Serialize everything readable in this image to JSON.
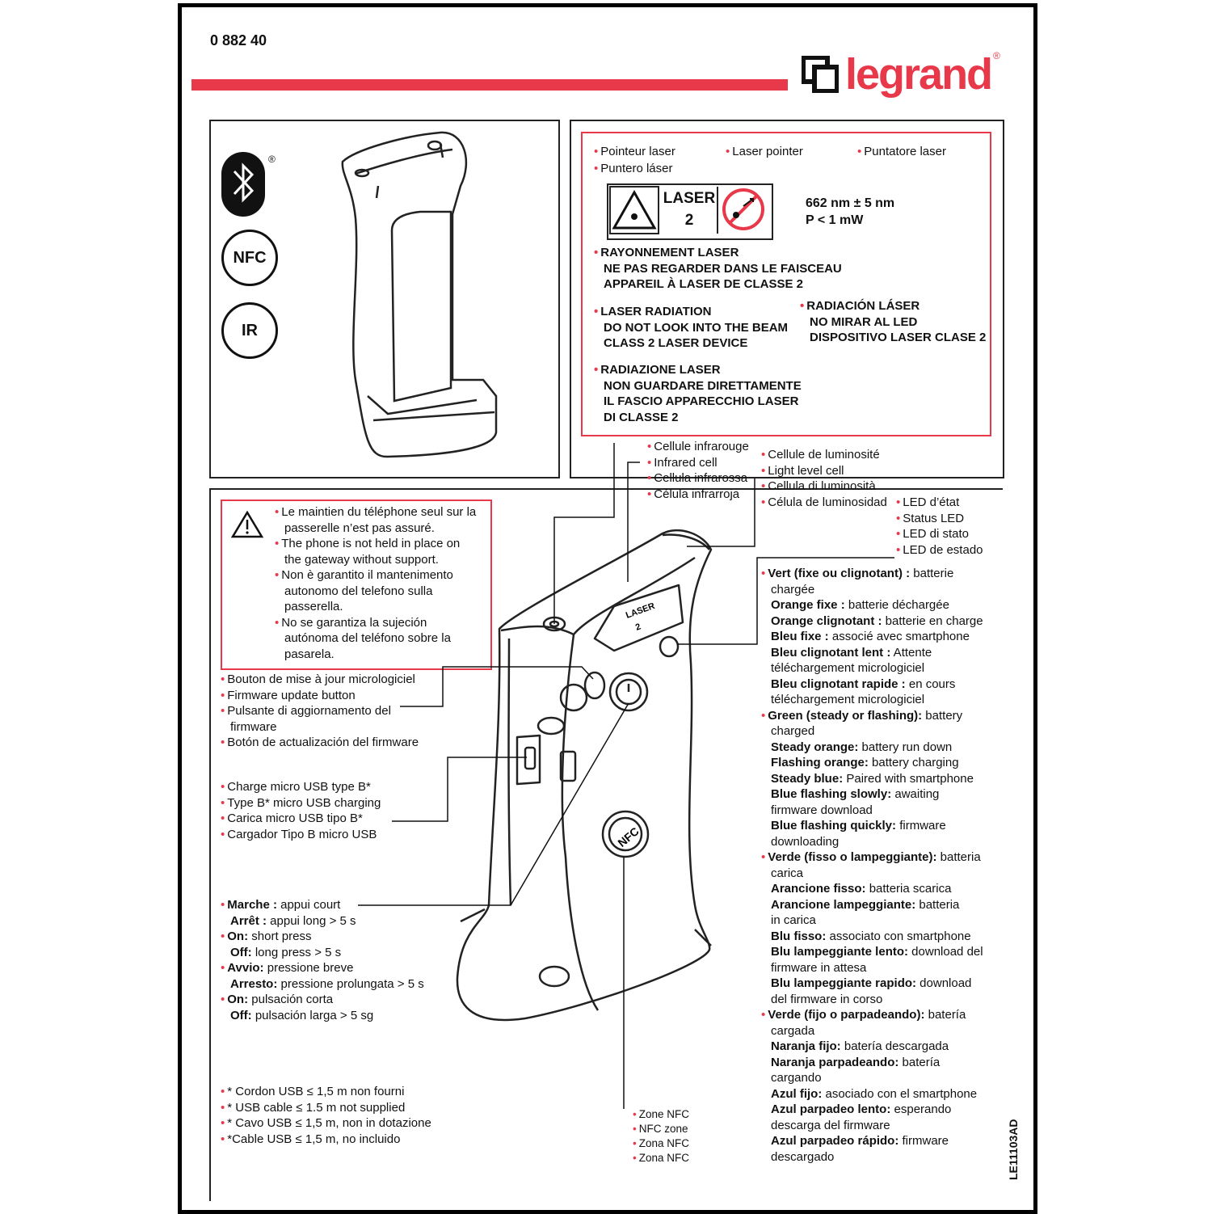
{
  "header": {
    "product_code": "0 882 40",
    "brand": "legrand",
    "reg": "®",
    "doc_ref": "LE11103AD"
  },
  "icons": {
    "bluetooth": "bluetooth-icon",
    "nfc_label": "NFC",
    "ir_label": "IR",
    "reg": "®"
  },
  "laser_box": {
    "titles": [
      "Pointeur laser",
      "Laser pointer",
      "Puntatore laser",
      "Puntero láser"
    ],
    "class_label": "LASER",
    "class_num": "2",
    "spec1": "662 nm ± 5 nm",
    "spec2": "P < 1 mW",
    "warn_fr": [
      "RAYONNEMENT LASER",
      "NE PAS REGARDER DANS LE FAISCEAU",
      "APPAREIL À LASER DE CLASSE 2"
    ],
    "warn_en": [
      "LASER RADIATION",
      "DO NOT LOOK INTO THE BEAM",
      "CLASS 2 LASER DEVICE"
    ],
    "warn_es": [
      "RADIACIÓN LÁSER",
      "NO MIRAR AL LED",
      "DISPOSITIVO LASER CLASE 2"
    ],
    "warn_it": [
      "RADIAZIONE LASER",
      "NON GUARDARE DIRETTAMENTE",
      "IL FASCIO APPARECCHIO LASER",
      "DI CLASSE 2"
    ]
  },
  "phone_warning": [
    [
      "Le maintien du téléphone seul sur la",
      "passerelle n’est pas assuré."
    ],
    [
      "The phone is not held in place on",
      "the gateway without support."
    ],
    [
      "Non è garantito il mantenimento",
      "autonomo del telefono sulla",
      "passerella."
    ],
    [
      "No se garantiza la sujeción",
      "autónoma del teléfono sobre la",
      "pasarela."
    ]
  ],
  "infrared": [
    "Cellule infrarouge",
    "Infrared cell",
    "Cellula infrarossa",
    "Célula infrarroja"
  ],
  "light_cell": [
    "Cellule de luminosité",
    "Light level cell",
    "Cellula di luminosità",
    "Célula de luminosidad"
  ],
  "status_led": [
    "LED d’état",
    "Status LED",
    "LED di stato",
    "LED de estado"
  ],
  "firmware": [
    [
      "Bouton de mise à jour micrologiciel"
    ],
    [
      "Firmware update button"
    ],
    [
      "Pulsante di aggiornamento del",
      "firmware"
    ],
    [
      "Botón de actualización del firmware"
    ]
  ],
  "usb": [
    "Charge micro USB type B*",
    "Type B* micro USB charging",
    "Carica micro USB tipo B*",
    "Cargador Tipo B micro USB"
  ],
  "power": [
    {
      "b1": "Marche :",
      "t1": " appui court",
      "b2": "Arrêt :",
      "t2": " appui long > 5 s"
    },
    {
      "b1": "On:",
      "t1": " short press",
      "b2": "Off:",
      "t2": " long press > 5 s"
    },
    {
      "b1": "Avvio:",
      "t1": " pressione breve",
      "b2": "Arresto:",
      "t2": " pressione prolungata > 5 s"
    },
    {
      "b1": "On:",
      "t1": " pulsación corta",
      "b2": "Off:",
      "t2": " pulsación larga > 5 sg"
    }
  ],
  "cable": [
    "* Cordon USB ≤ 1,5 m non fourni",
    "* USB cable ≤ 1.5 m not supplied",
    "* Cavo USB ≤ 1,5 m, non in dotazione",
    "*Cable USB ≤ 1,5 m, no incluido"
  ],
  "nfc_zone": [
    "Zone NFC",
    "NFC zone",
    "Zona NFC",
    "Zona NFC"
  ],
  "device": {
    "laser": "LASER",
    "laser_num": "2",
    "nfc": "NFC"
  },
  "led_states": [
    {
      "lines": [
        {
          "b": "Vert (fixe ou clignotant) :",
          "t": " batterie"
        },
        {
          "b": "",
          "t": "chargée"
        },
        {
          "b": "Orange fixe :",
          "t": " batterie déchargée"
        },
        {
          "b": "Orange clignotant :",
          "t": " batterie en charge"
        },
        {
          "b": "Bleu fixe :",
          "t": " associé avec smartphone"
        },
        {
          "b": "Bleu clignotant lent :",
          "t": " Attente"
        },
        {
          "b": "",
          "t": "téléchargement micrologiciel"
        },
        {
          "b": "Bleu clignotant rapide :",
          "t": " en cours"
        },
        {
          "b": "",
          "t": "téléchargement micrologiciel"
        }
      ]
    },
    {
      "lines": [
        {
          "b": "Green (steady or flashing):",
          "t": " battery"
        },
        {
          "b": "",
          "t": "charged"
        },
        {
          "b": "Steady orange:",
          "t": " battery run down"
        },
        {
          "b": "Flashing orange:",
          "t": " battery charging"
        },
        {
          "b": "Steady blue:",
          "t": " Paired with smartphone"
        },
        {
          "b": "Blue flashing slowly:",
          "t": " awaiting"
        },
        {
          "b": "",
          "t": "firmware download"
        },
        {
          "b": "Blue flashing quickly:",
          "t": " firmware"
        },
        {
          "b": "",
          "t": "downloading"
        }
      ]
    },
    {
      "lines": [
        {
          "b": "Verde (fisso o lampeggiante):",
          "t": " batteria"
        },
        {
          "b": "",
          "t": "carica"
        },
        {
          "b": "Arancione fisso:",
          "t": " batteria scarica"
        },
        {
          "b": "Arancione lampeggiante:",
          "t": " batteria"
        },
        {
          "b": "",
          "t": "in carica"
        },
        {
          "b": "Blu fisso:",
          "t": " associato con smartphone"
        },
        {
          "b": "Blu lampeggiante lento:",
          "t": " download del"
        },
        {
          "b": "",
          "t": "firmware in attesa"
        },
        {
          "b": "Blu lampeggiante rapido:",
          "t": " download"
        },
        {
          "b": "",
          "t": "del firmware in corso"
        }
      ]
    },
    {
      "lines": [
        {
          "b": "Verde (fijo o parpadeando):",
          "t": " batería"
        },
        {
          "b": "",
          "t": "cargada"
        },
        {
          "b": "Naranja fijo:",
          "t": " batería descargada"
        },
        {
          "b": "Naranja parpadeando:",
          "t": " batería"
        },
        {
          "b": "",
          "t": "cargando"
        },
        {
          "b": "Azul fijo:",
          "t": " asociado con el smartphone"
        },
        {
          "b": "Azul parpadeo lento:",
          "t": " esperando"
        },
        {
          "b": "",
          "t": "descarga del firmware"
        },
        {
          "b": "Azul parpadeo rápido:",
          "t": " firmware"
        },
        {
          "b": "",
          "t": "descargado"
        }
      ]
    }
  ],
  "colors": {
    "accent": "#e8394a",
    "line": "#111111"
  }
}
